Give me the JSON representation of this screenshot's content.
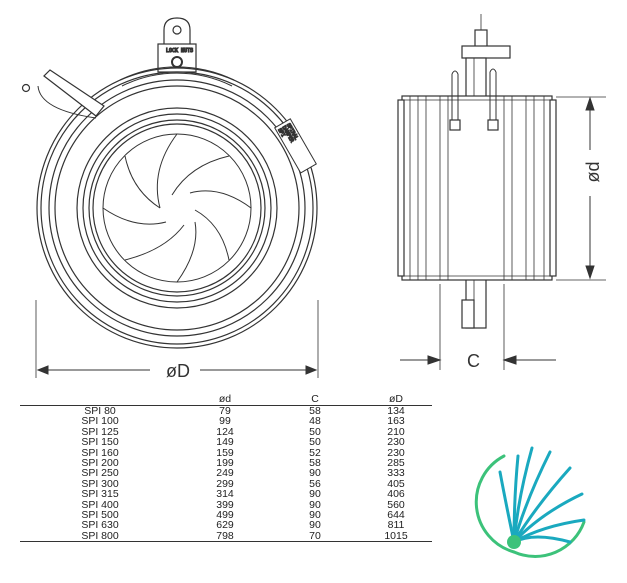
{
  "dimensions": {
    "outer_diameter_label": "øD",
    "inner_diameter_label": "ød",
    "length_label": "C"
  },
  "front_view": {
    "lock_label": "LOCK NUTS",
    "side_plate_text": [
      "SPIRAL",
      "DAMPER",
      "SPI"
    ]
  },
  "table": {
    "headers": [
      "",
      "ød",
      "C",
      "øD"
    ],
    "rows": [
      [
        "SPI 80",
        "79",
        "58",
        "134"
      ],
      [
        "SPI 100",
        "99",
        "48",
        "163"
      ],
      [
        "SPI 125",
        "124",
        "50",
        "210"
      ],
      [
        "SPI 150",
        "149",
        "50",
        "230"
      ],
      [
        "SPI 160",
        "159",
        "52",
        "230"
      ],
      [
        "SPI 200",
        "199",
        "58",
        "285"
      ],
      [
        "SPI 250",
        "249",
        "90",
        "333"
      ],
      [
        "SPI 300",
        "299",
        "56",
        "405"
      ],
      [
        "SPI 315",
        "314",
        "90",
        "406"
      ],
      [
        "SPI 400",
        "399",
        "90",
        "560"
      ],
      [
        "SPI 500",
        "499",
        "90",
        "644"
      ],
      [
        "SPI 630",
        "629",
        "90",
        "811"
      ],
      [
        "SPI 800",
        "798",
        "70",
        "1015"
      ]
    ]
  },
  "logo": {
    "name": "logo-icon",
    "color_teal": "#1aa9bf",
    "color_green": "#3cc27a"
  }
}
